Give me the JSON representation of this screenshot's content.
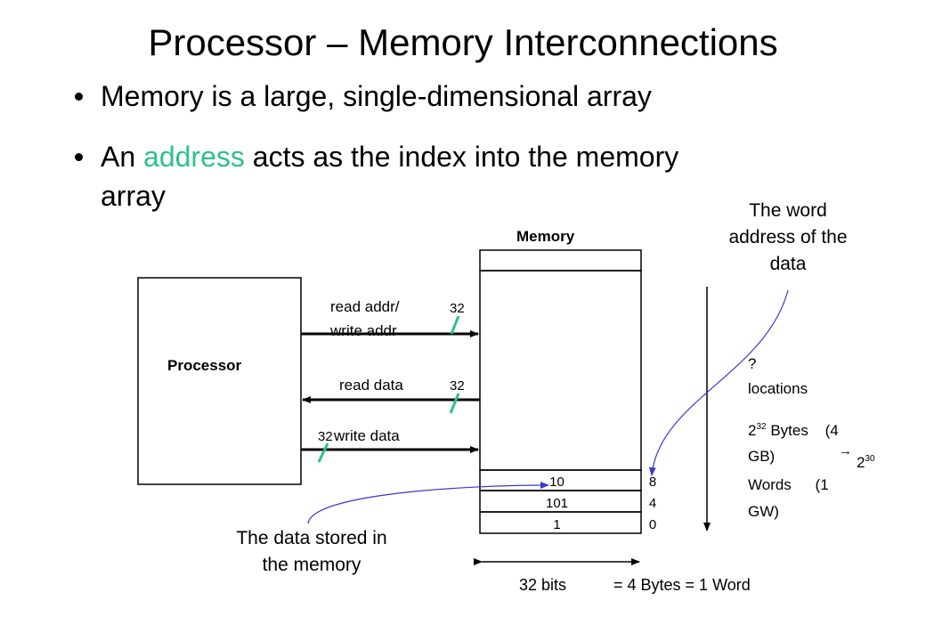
{
  "title": "Processor – Memory Interconnections",
  "bullets": {
    "b1": "Memory is a large, single-dimensional array",
    "b2_pre": "An ",
    "b2_accent": "address",
    "b2_post": " acts as the index into the memory",
    "b2_line2": "array"
  },
  "diagram": {
    "memory_label": "Memory",
    "processor_label": "Processor",
    "read_addr_label": "read addr/",
    "write_addr_label": "write addr",
    "read_data_label": "read data",
    "write_data_label": "write data",
    "bus_width_addr": "32",
    "bus_width_read": "32",
    "bus_width_write": "32",
    "cells": [
      "10",
      "101",
      "1"
    ],
    "addresses": [
      "8",
      "4",
      "0"
    ],
    "width_label": "32 bits",
    "width_equation": "= 4 Bytes = 1 Word"
  },
  "annotations": {
    "word_address": [
      "The word",
      "address of the",
      "data"
    ],
    "data_stored": [
      "The data stored in",
      "the memory"
    ]
  },
  "locations_note": {
    "q": "?",
    "locations": "locations",
    "base1": "2",
    "exp1": "32",
    "bytes": "Bytes",
    "paren4": "(4",
    "gb": "GB)",
    "arrow": "→",
    "base2": "2",
    "exp2": "30",
    "words": "Words",
    "paren1": "(1",
    "gw": "GW)"
  },
  "colors": {
    "accent": "#2fbf8f",
    "slash": "#2fbf8f",
    "pointer": "#3a3ad0"
  }
}
